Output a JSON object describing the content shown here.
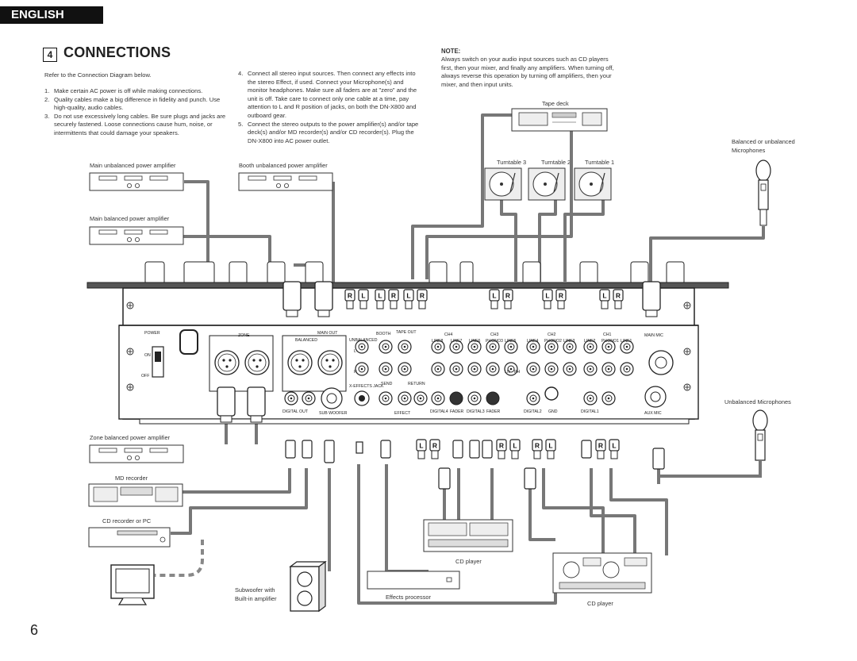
{
  "header": {
    "tab_label": "ENGLISH"
  },
  "section": {
    "number": "4",
    "title": "CONNECTIONS"
  },
  "intro": "Refer to the Connection Diagram below.",
  "steps_left": [
    {
      "n": "1.",
      "text": "Make certain AC power is off while making connections."
    },
    {
      "n": "2.",
      "text": "Quality cables make a big difference in fidelity and punch. Use high-quality, audio cables."
    },
    {
      "n": "3.",
      "text": "Do not use excessively long cables. Be sure plugs and jacks are securely fastened. Loose connections cause hum, noise, or intermittents that could damage your speakers."
    }
  ],
  "steps_right": [
    {
      "n": "4.",
      "text": "Connect all stereo input sources. Then connect any effects into the stereo Effect, if used. Connect your Microphone(s) and monitor headphones. Make sure all faders are at \"zero\" and the unit is off. Take care to connect only one cable at a time, pay attention to L and R position of jacks, on both the DN-X800 and outboard gear."
    },
    {
      "n": "5.",
      "text": "Connect the stereo outputs to the power amplifier(s) and/or tape deck(s) and/or MD recorder(s) and/or CD recorder(s). Plug the DN-X800 into AC power outlet."
    }
  ],
  "note": {
    "heading": "NOTE:",
    "text": "Always switch on your audio input sources such as CD players first, then your mixer, and finally any amplifiers. When turning off, always reverse this operation by turning off amplifiers, then your mixer, and then input units."
  },
  "diagram": {
    "labels": {
      "tape_deck": "Tape deck",
      "mics_balanced": "Balanced or unbalanced\nMicrophones",
      "main_unbal_amp": "Main unbalanced power amplifier",
      "booth_unbal_amp": "Booth unbalanced power amplifier",
      "turntable3": "Turntable 3",
      "turntable2": "Turntable 2",
      "turntable1": "Turntable 1",
      "main_bal_amp": "Main balanced power amplifier",
      "zone_bal_amp": "Zone balanced power amplifier",
      "unbal_mics": "Unbalanced Microphones",
      "md_recorder": "MD recorder",
      "cd_recorder": "CD recorder or PC",
      "subwoofer": "Subwoofer with\nBuilt-in amplifier",
      "effects_processor": "Effects processor",
      "cd_player_1": "CD player",
      "cd_player_2": "CD player"
    },
    "panel_labels": {
      "power": "POWER",
      "on": "ON",
      "off": "OFF",
      "zone": "ZONE",
      "main_out": "MAIN OUT",
      "balanced": "BALANCED",
      "unbalanced": "UNBALANCED",
      "booth": "BOOTH",
      "tape_out": "TAPE OUT",
      "ch4": "CH4",
      "ch3": "CH3",
      "ch2": "CH2",
      "ch1": "CH1",
      "line8": "LINE8",
      "line7": "LINE7",
      "line6": "LINE6",
      "phono3": "PHONO3",
      "line5": "LINE5",
      "line4": "LINE4",
      "phono2": "PHONO2",
      "line3": "LINE3",
      "line2": "LINE2",
      "phono1": "PHONO1",
      "line1": "LINE1",
      "main_mic": "MAIN MIC",
      "x_effects_jack": "X-EFFECTS JACK",
      "send": "SEND",
      "return": "RETURN",
      "digital_out": "DIGITAL OUT",
      "sub_woofer": "SUB WOOFER",
      "effect": "EFFECT",
      "digital4": "DIGITAL4",
      "fader": "FADER",
      "digital3": "DIGITAL3",
      "fader2": "FADER",
      "digital2": "DIGITAL2",
      "gnd": "GND",
      "digital1": "DIGITAL1",
      "aux_mic": "AUX MIC",
      "ln": "LN",
      "ph": "PH",
      "r": "R",
      "l": "L"
    },
    "plug_letters": [
      "R",
      "L",
      "L",
      "R",
      "L",
      "R",
      "L",
      "R",
      "L",
      "R",
      "L",
      "R"
    ],
    "lower_plug_letters": [
      "L",
      "R",
      "R",
      "L",
      "R",
      "L",
      "R",
      "L"
    ]
  },
  "page_number": "6"
}
